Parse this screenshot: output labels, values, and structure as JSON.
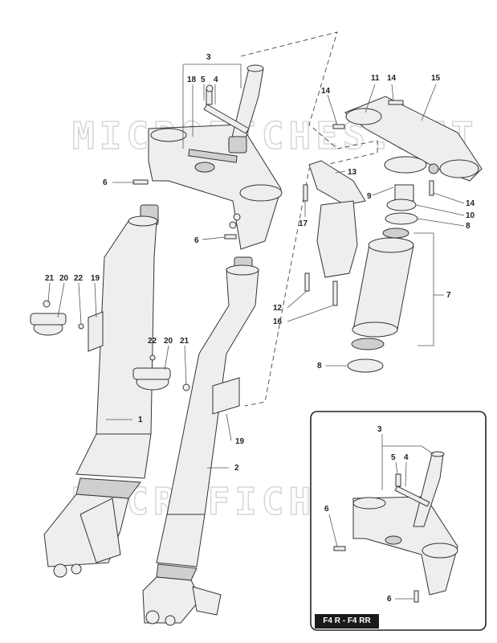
{
  "watermark": "MICROFICHES.NET",
  "inset_label": "F4 R - F4 RR",
  "callouts": {
    "c1": "1",
    "c2": "2",
    "c3": "3",
    "c4": "4",
    "c5": "5",
    "c6a": "6",
    "c6b": "6",
    "c7": "7",
    "c8a": "8",
    "c8b": "8",
    "c9": "9",
    "c10": "10",
    "c11": "11",
    "c12": "12",
    "c13": "13",
    "c14a": "14",
    "c14b": "14",
    "c15": "15",
    "c16": "16",
    "c17": "17",
    "c18": "18",
    "c19a": "19",
    "c19b": "19",
    "c20a": "20",
    "c20b": "20",
    "c21a": "21",
    "c21b": "21",
    "c22a": "22",
    "c22b": "22",
    "i3": "3",
    "i4": "4",
    "i5": "5",
    "i6a": "6",
    "i6b": "6"
  }
}
